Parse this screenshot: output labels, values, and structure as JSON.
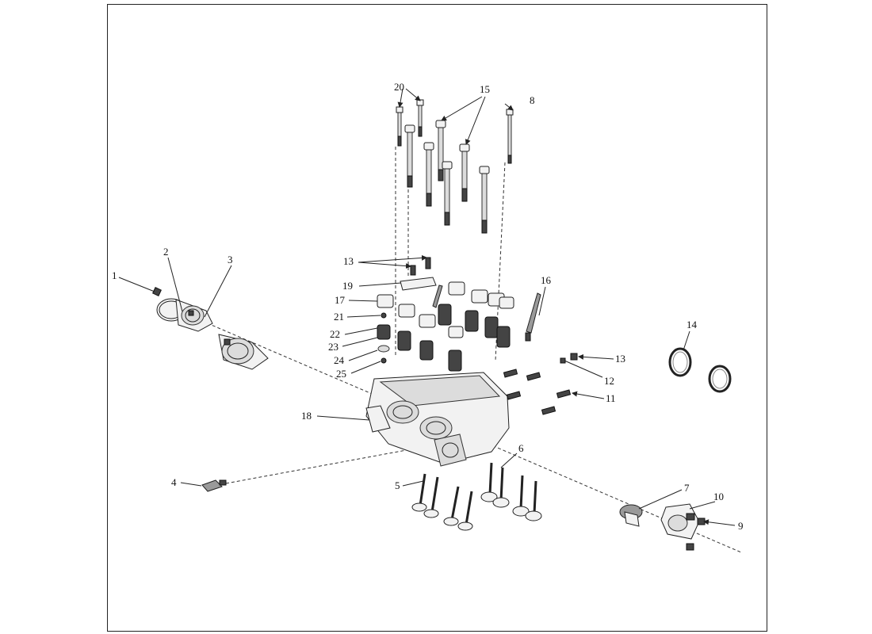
{
  "diagram": {
    "callouts": [
      "1",
      "2",
      "3",
      "4",
      "5",
      "6",
      "7",
      "8",
      "9",
      "10",
      "11",
      "12",
      "13",
      "13",
      "14",
      "15",
      "16",
      "17",
      "18",
      "19",
      "20",
      "21",
      "22",
      "23",
      "24",
      "25"
    ]
  }
}
